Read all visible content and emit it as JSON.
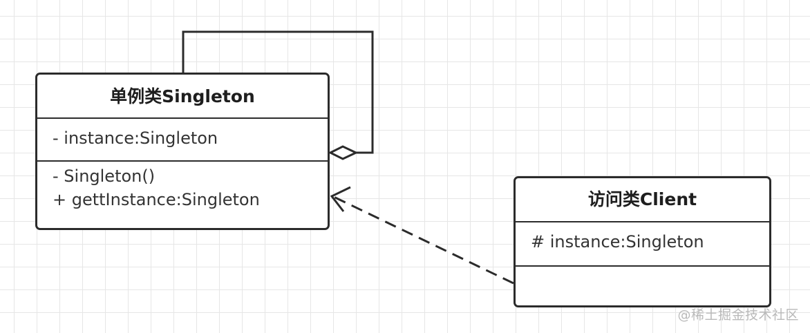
{
  "classes": {
    "singleton": {
      "name": "单例类Singleton",
      "attributes": [
        "- instance:Singleton"
      ],
      "operations": [
        "- Singleton()",
        "+ gettInstance:Singleton"
      ]
    },
    "client": {
      "name": "访问类Client",
      "attributes": [
        "# instance:Singleton"
      ],
      "operations": []
    }
  },
  "relationships": [
    {
      "from": "singleton",
      "to": "singleton",
      "type": "aggregation",
      "style": "solid"
    },
    {
      "from": "client",
      "to": "singleton",
      "type": "dependency",
      "style": "dashed"
    }
  ],
  "watermark": "@稀土掘金技术社区",
  "colors": {
    "line": "#2b2b2b",
    "grid": "#e6e6e6",
    "watermark": "#b9b9b9"
  }
}
